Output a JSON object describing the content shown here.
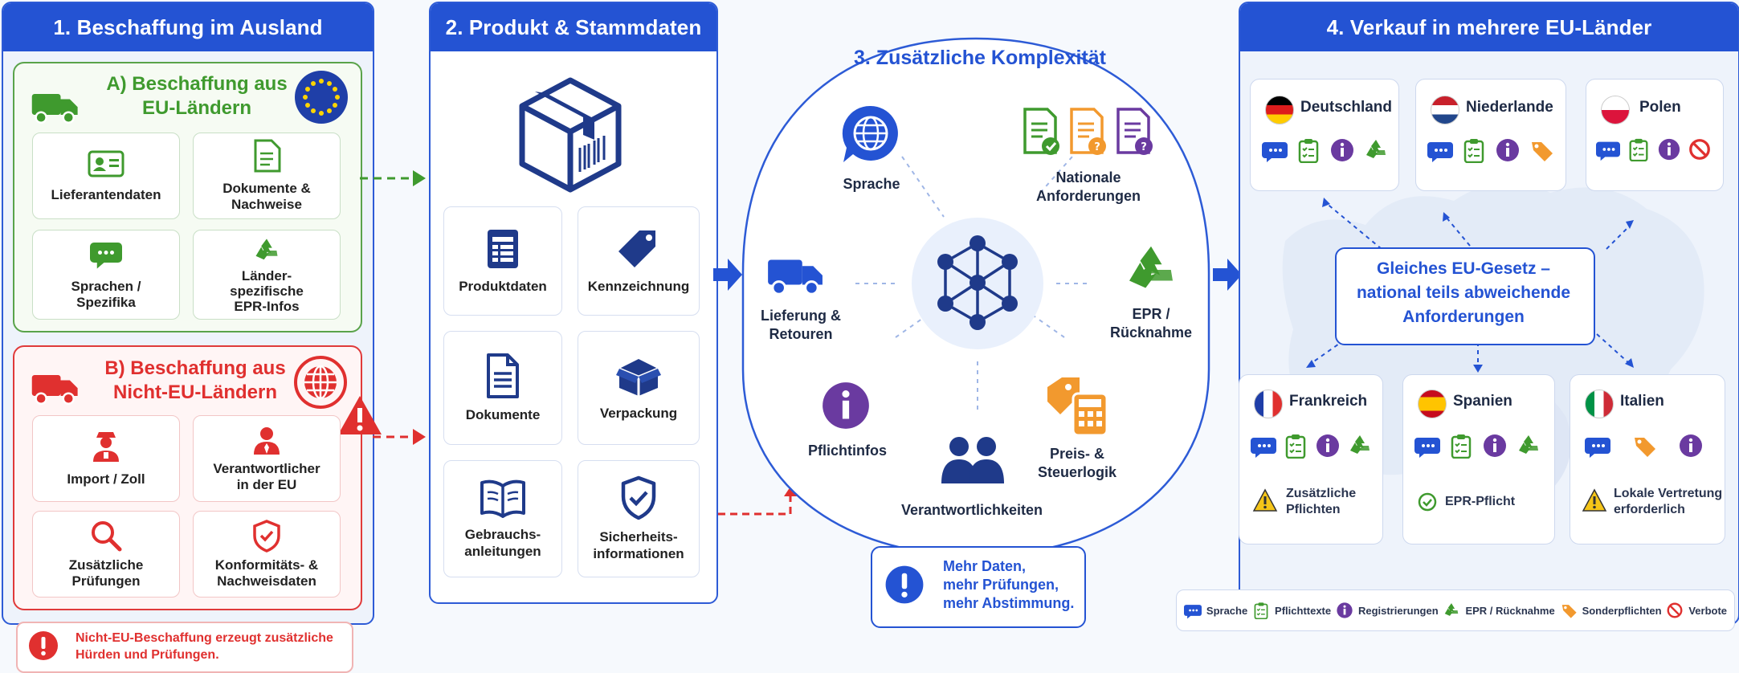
{
  "panel1": {
    "title": "1. Beschaffung im Ausland",
    "subA": {
      "title": "A) Beschaffung aus\nEU-Ländern",
      "cards": [
        "Lieferantendaten",
        "Dokumente &\nNachweise",
        "Sprachen /\nSpezifika",
        "Länder-\nspezifische\nEPR-Infos"
      ]
    },
    "subB": {
      "title": "B) Beschaffung aus\nNicht-EU-Ländern",
      "cards": [
        "Import / Zoll",
        "Verantwortlicher\nin der EU",
        "Zusätzliche\nPrüfungen",
        "Konformitäts- &\nNachweisdaten"
      ]
    },
    "warning": "Nicht-EU-Beschaffung erzeugt zusätzliche\nHürden und Prüfungen."
  },
  "panel2": {
    "title": "2. Produkt & Stammdaten",
    "cards": [
      "Produktdaten",
      "Kennzeichnung",
      "Dokumente",
      "Verpackung",
      "Gebrauchs-\nanleitungen",
      "Sicherheits-\ninformationen"
    ]
  },
  "panel3": {
    "title": "3. Zusätzliche Komplexität",
    "items": {
      "sprache": "Sprache",
      "nationale": "Nationale\nAnforderungen",
      "lieferung": "Lieferung &\nRetouren",
      "epr": "EPR /\nRücknahme",
      "pflichtinfos": "Pflichtinfos",
      "preis": "Preis- &\nSteuerlogik",
      "verantwortlichkeiten": "Verantwortlichkeiten"
    },
    "callout": "Mehr Daten,\nmehr Prüfungen,\nmehr Abstimmung."
  },
  "panel4": {
    "title": "4. Verkauf in mehrere EU-Länder",
    "center": "Gleiches EU-Gesetz –\nnational teils abweichende\nAnforderungen",
    "countries": [
      {
        "name": "Deutschland"
      },
      {
        "name": "Niederlande"
      },
      {
        "name": "Polen"
      },
      {
        "name": "Frankreich",
        "note": "Zusätzliche\nPflichten"
      },
      {
        "name": "Spanien",
        "note": "EPR-Pflicht"
      },
      {
        "name": "Italien",
        "note": "Lokale Vertretung\nerforderlich"
      }
    ],
    "legend": [
      "Sprache",
      "Pflichttexte",
      "Registrierungen",
      "EPR / Rücknahme",
      "Sonderpflichten",
      "Verbote"
    ]
  },
  "colors": {
    "blue": "#2453d3",
    "green": "#3f9a2e",
    "red": "#e0302f",
    "purple": "#6a3aa0",
    "orange": "#f2992e"
  }
}
